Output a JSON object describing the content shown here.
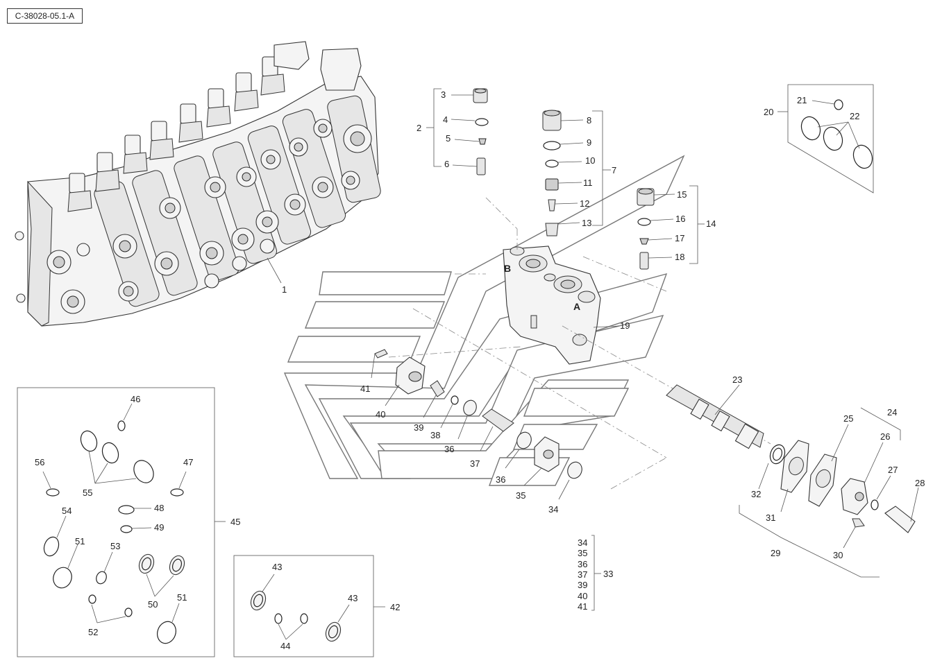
{
  "ref_code": "C-38028-05.1-A",
  "callouts": {
    "c1": "1",
    "c2": "2",
    "c3": "3",
    "c4": "4",
    "c5": "5",
    "c6": "6",
    "c7": "7",
    "c8": "8",
    "c9": "9",
    "c10": "10",
    "c11": "11",
    "c12": "12",
    "c13": "13",
    "c14": "14",
    "c15": "15",
    "c16": "16",
    "c17": "17",
    "c18": "18",
    "c19": "19",
    "c20": "20",
    "c21": "21",
    "c22": "22",
    "c23": "23",
    "c24": "24",
    "c25": "25",
    "c26": "26",
    "c27": "27",
    "c28": "28",
    "c29": "29",
    "c30": "30",
    "c31": "31",
    "c32": "32",
    "c33": "33",
    "c34": "34",
    "c35": "35",
    "c36a": "36",
    "c36b": "36",
    "c37": "37",
    "c38": "38",
    "c39": "39",
    "c40": "40",
    "c41": "41",
    "c42": "42",
    "c43a": "43",
    "c43b": "43",
    "c44": "44",
    "c45": "45",
    "c46": "46",
    "c47": "47",
    "c48": "48",
    "c49": "49",
    "c50": "50",
    "c51a": "51",
    "c51b": "51",
    "c52": "52",
    "c53": "53",
    "c54": "54",
    "c55": "55",
    "c56": "56"
  },
  "kit_33_list": [
    "34",
    "35",
    "36",
    "37",
    "39",
    "40",
    "41"
  ],
  "section_marks": {
    "port_b": "B",
    "port_a": "A"
  }
}
